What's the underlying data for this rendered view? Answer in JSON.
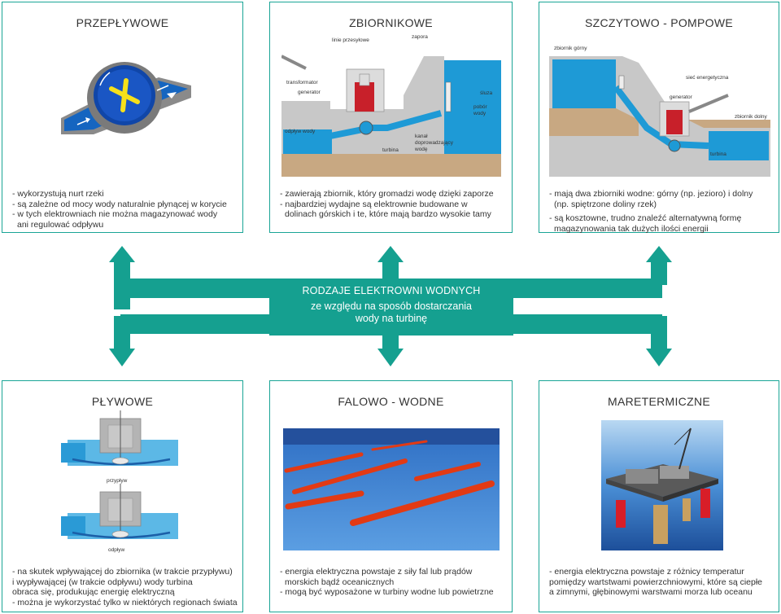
{
  "center": {
    "line1": "RODZAJE ELEKTROWNI WODNYCH",
    "line2": "ze względu na sposób dostarczania",
    "line3": "wody na turbinę"
  },
  "cards": {
    "przeplywowe": {
      "title": "PRZEPŁYWOWE",
      "desc": [
        "- wykorzystują nurt rzeki",
        "- są zależne od mocy wody naturalnie płynącej w korycie",
        "- w tych elektrowniach nie można magazynować wody",
        "  ani regulować odpływu"
      ]
    },
    "zbiornikowe": {
      "title": "ZBIORNIKOWE",
      "labels": {
        "linie": "linie przesyłowe",
        "zapora": "zapora",
        "transformator": "transformator",
        "generator": "generator",
        "sluza": "śluza",
        "pobor1": "pobór",
        "pobor2": "wody",
        "odplyw": "odpływ wody",
        "kanal1": "kanał",
        "kanal2": "doprowadzający",
        "kanal3": "wodę",
        "turbina": "turbina"
      },
      "desc": [
        "- zawierają zbiornik, który gromadzi wodę dzięki zaporze",
        "- najbardziej wydajne są elektrownie budowane w",
        "  dolinach górskich i te, które mają bardzo wysokie tamy"
      ]
    },
    "szczytowo": {
      "title": "SZCZYTOWO - POMPOWE",
      "labels": {
        "gorny": "zbiornik górny",
        "siec": "sieć energetyczna",
        "generator": "generator",
        "dolny": "zbiornik dolny",
        "turbina": "turbina"
      },
      "desc": [
        "- mają dwa zbiorniki wodne: górny (np. jezioro) i dolny",
        "  (np. spiętrzone doliny rzek)",
        "-  są kosztowne, trudno znaleźć alternatywną formę",
        "  magazynowania tak dużych ilości energii"
      ]
    },
    "plywowe": {
      "title": "PŁYWOWE",
      "labels": {
        "przyplyw": "przypływ",
        "odplyw": "odpływ"
      },
      "desc": [
        "- na skutek wpływającej do zbiornika (w trakcie przypływu)",
        "i wypływającej (w trakcie odpływu) wody turbina",
        "obraca się, produkując energię elektryczną",
        "- można je wykorzystać tylko w niektórych regionach świata"
      ]
    },
    "falowo": {
      "title": "FALOWO - WODNE",
      "desc": [
        "- energia elektryczna powstaje z siły fal lub prądów",
        "  morskich bądź oceanicznych",
        "- mogą być wyposażone w turbiny wodne lub powietrzne"
      ]
    },
    "maretermiczne": {
      "title": "MARETERMICZNE",
      "desc": [
        "- energia elektryczna powstaje z różnicy temperatur",
        "pomiędzy wartstwami powierzchniowymi, które są ciepłe",
        "a zimnymi, głębinowymi warstwami morza lub oceanu"
      ]
    }
  },
  "colors": {
    "teal": "#15a090",
    "water": "#1e9ad6",
    "ground": "#c8a882",
    "concrete": "#c8c8c8",
    "turbine_red": "#c8202a"
  }
}
